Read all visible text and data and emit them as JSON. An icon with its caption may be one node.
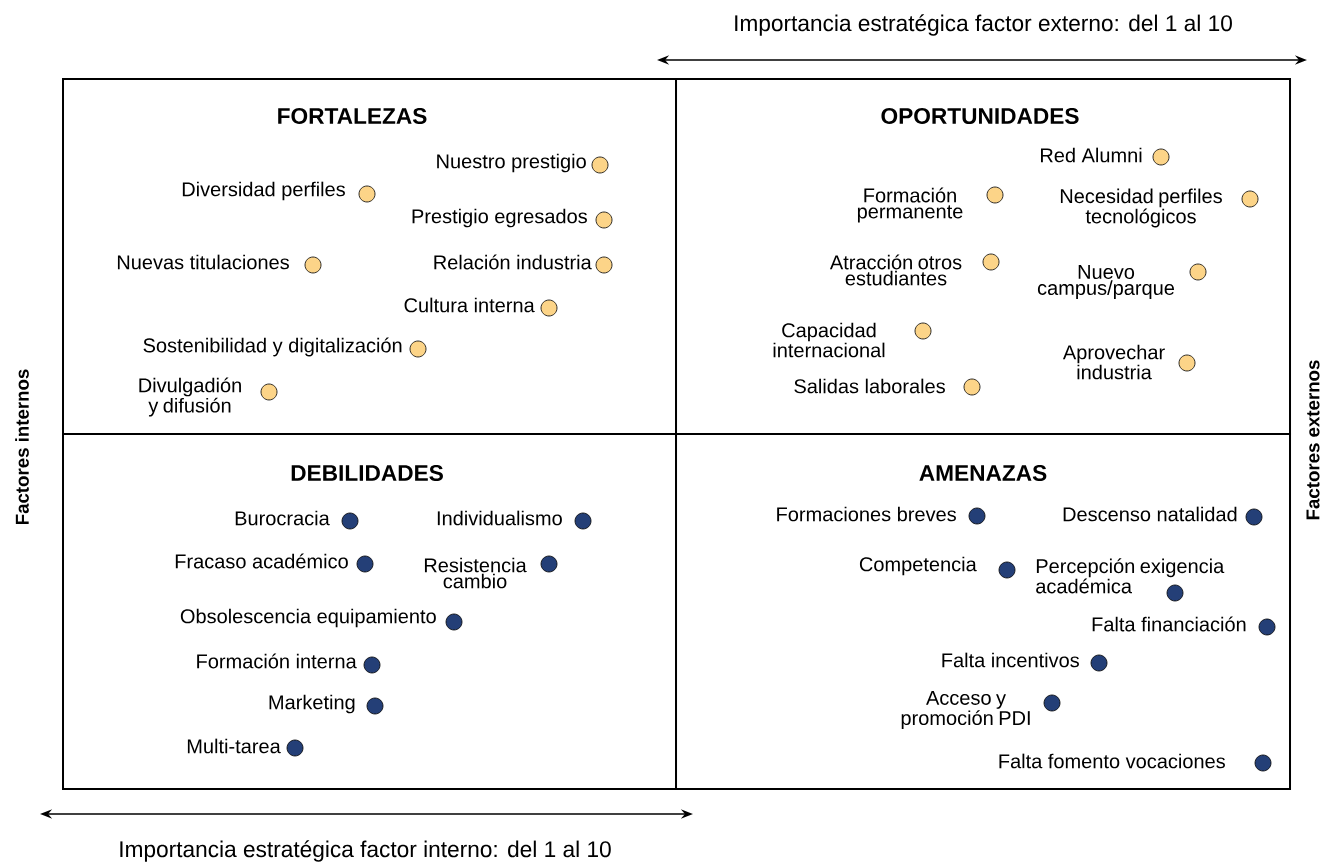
{
  "diagram": {
    "nodes": [
      {
        "text": [
          "FORTALEZAS"
        ]
      },
      {
        "text": [],
        "shape": "circle",
        "beside": [
          "Nuestro prestigio"
        ],
        "in": 0
      },
      {
        "text": [],
        "shape": "circle",
        "beside": [
          "Diversidad perfiles"
        ],
        "in": 0
      },
      {
        "text": [],
        "shape": "circle",
        "beside": [
          "Prestigio egresados"
        ],
        "in": 0
      },
      {
        "text": [],
        "shape": "circle",
        "beside": [
          "Nuevas titulaciones"
        ],
        "in": 0
      },
      {
        "text": [],
        "shape": "circle",
        "beside": [
          "Relación industria"
        ],
        "in": 0
      },
      {
        "text": [],
        "shape": "circle",
        "beside": [
          "Cultura interna"
        ],
        "in": 0
      },
      {
        "text": [],
        "shape": "circle",
        "beside": [
          "Sostenibilidad y digitalización"
        ],
        "in": 0
      },
      {
        "text": [],
        "shape": "circle",
        "beside": [
          "Divulgadión y difusión"
        ],
        "in": 0
      },
      {
        "text": [
          "OPORTUNIDADES"
        ]
      },
      {
        "text": [],
        "shape": "circle",
        "beside": [
          "Red Alumni"
        ],
        "in": 9
      },
      {
        "text": [],
        "shape": "circle",
        "beside": [
          "Formación permanente"
        ],
        "in": 9
      },
      {
        "text": [],
        "shape": "circle",
        "beside": [
          "Necesidad perfiles tecnológicos"
        ],
        "in": 9
      },
      {
        "text": [],
        "shape": "circle",
        "beside": [
          "Atracción otros estudiantes"
        ],
        "in": 9
      },
      {
        "text": [],
        "shape": "circle",
        "beside": [
          "Nuevo campus/parque"
        ],
        "in": 9
      },
      {
        "text": [],
        "shape": "circle",
        "beside": [
          "Capacidad internacional"
        ],
        "in": 9
      },
      {
        "text": [],
        "shape": "circle",
        "beside": [
          "Aprovechar industria"
        ],
        "in": 9
      },
      {
        "text": [],
        "shape": "circle",
        "beside": [
          "Salidas laborales"
        ],
        "in": 9
      },
      {
        "text": [
          "DEBILIDADES"
        ]
      },
      {
        "text": [],
        "shape": "circle",
        "beside": [
          "Burocracia"
        ],
        "in": 18
      },
      {
        "text": [],
        "shape": "circle",
        "beside": [
          "Individualismo"
        ],
        "in": 18
      },
      {
        "text": [],
        "shape": "circle",
        "beside": [
          "Fracaso académico"
        ],
        "in": 18
      },
      {
        "text": [],
        "shape": "circle",
        "beside": [
          "Resistencia cambio"
        ],
        "in": 18
      },
      {
        "text": [],
        "shape": "circle",
        "beside": [
          "Obsolescencia equipamiento"
        ],
        "in": 18
      },
      {
        "text": [],
        "shape": "circle",
        "beside": [
          "Formación interna"
        ],
        "in": 18
      },
      {
        "text": [],
        "shape": "circle",
        "beside": [
          "Marketing"
        ],
        "in": 18
      },
      {
        "text": [],
        "shape": "circle",
        "beside": [
          "Multi-tarea"
        ],
        "in": 18
      },
      {
        "text": [
          "AMENAZAS"
        ]
      },
      {
        "text": [],
        "shape": "circle",
        "beside": [
          "Formaciones breves"
        ],
        "in": 27
      },
      {
        "text": [],
        "shape": "circle",
        "beside": [
          "Descenso natalidad"
        ],
        "in": 27
      },
      {
        "text": [],
        "shape": "circle",
        "beside": [
          "Competencia"
        ],
        "in": 27
      },
      {
        "text": [],
        "shape": "circle",
        "beside": [
          "Percepción exigencia académica"
        ],
        "in": 27
      },
      {
        "text": [],
        "shape": "circle",
        "beside": [
          "Falta financiación"
        ],
        "in": 27
      },
      {
        "text": [],
        "shape": "circle",
        "beside": [
          "Falta incentivos"
        ],
        "in": 27
      },
      {
        "text": [],
        "shape": "circle",
        "beside": [
          "Acceso y promoción PDI"
        ],
        "in": 27
      },
      {
        "text": [],
        "shape": "circle",
        "beside": [
          "Falta fomento vocaciones"
        ],
        "in": 27
      }
    ],
    "labels": [
      "Importancia estratégica factor externo: del 1 al 10",
      "Factores internos",
      "Factores externos",
      "Importancia estratégica factor interno: del 1 al 10"
    ]
  }
}
